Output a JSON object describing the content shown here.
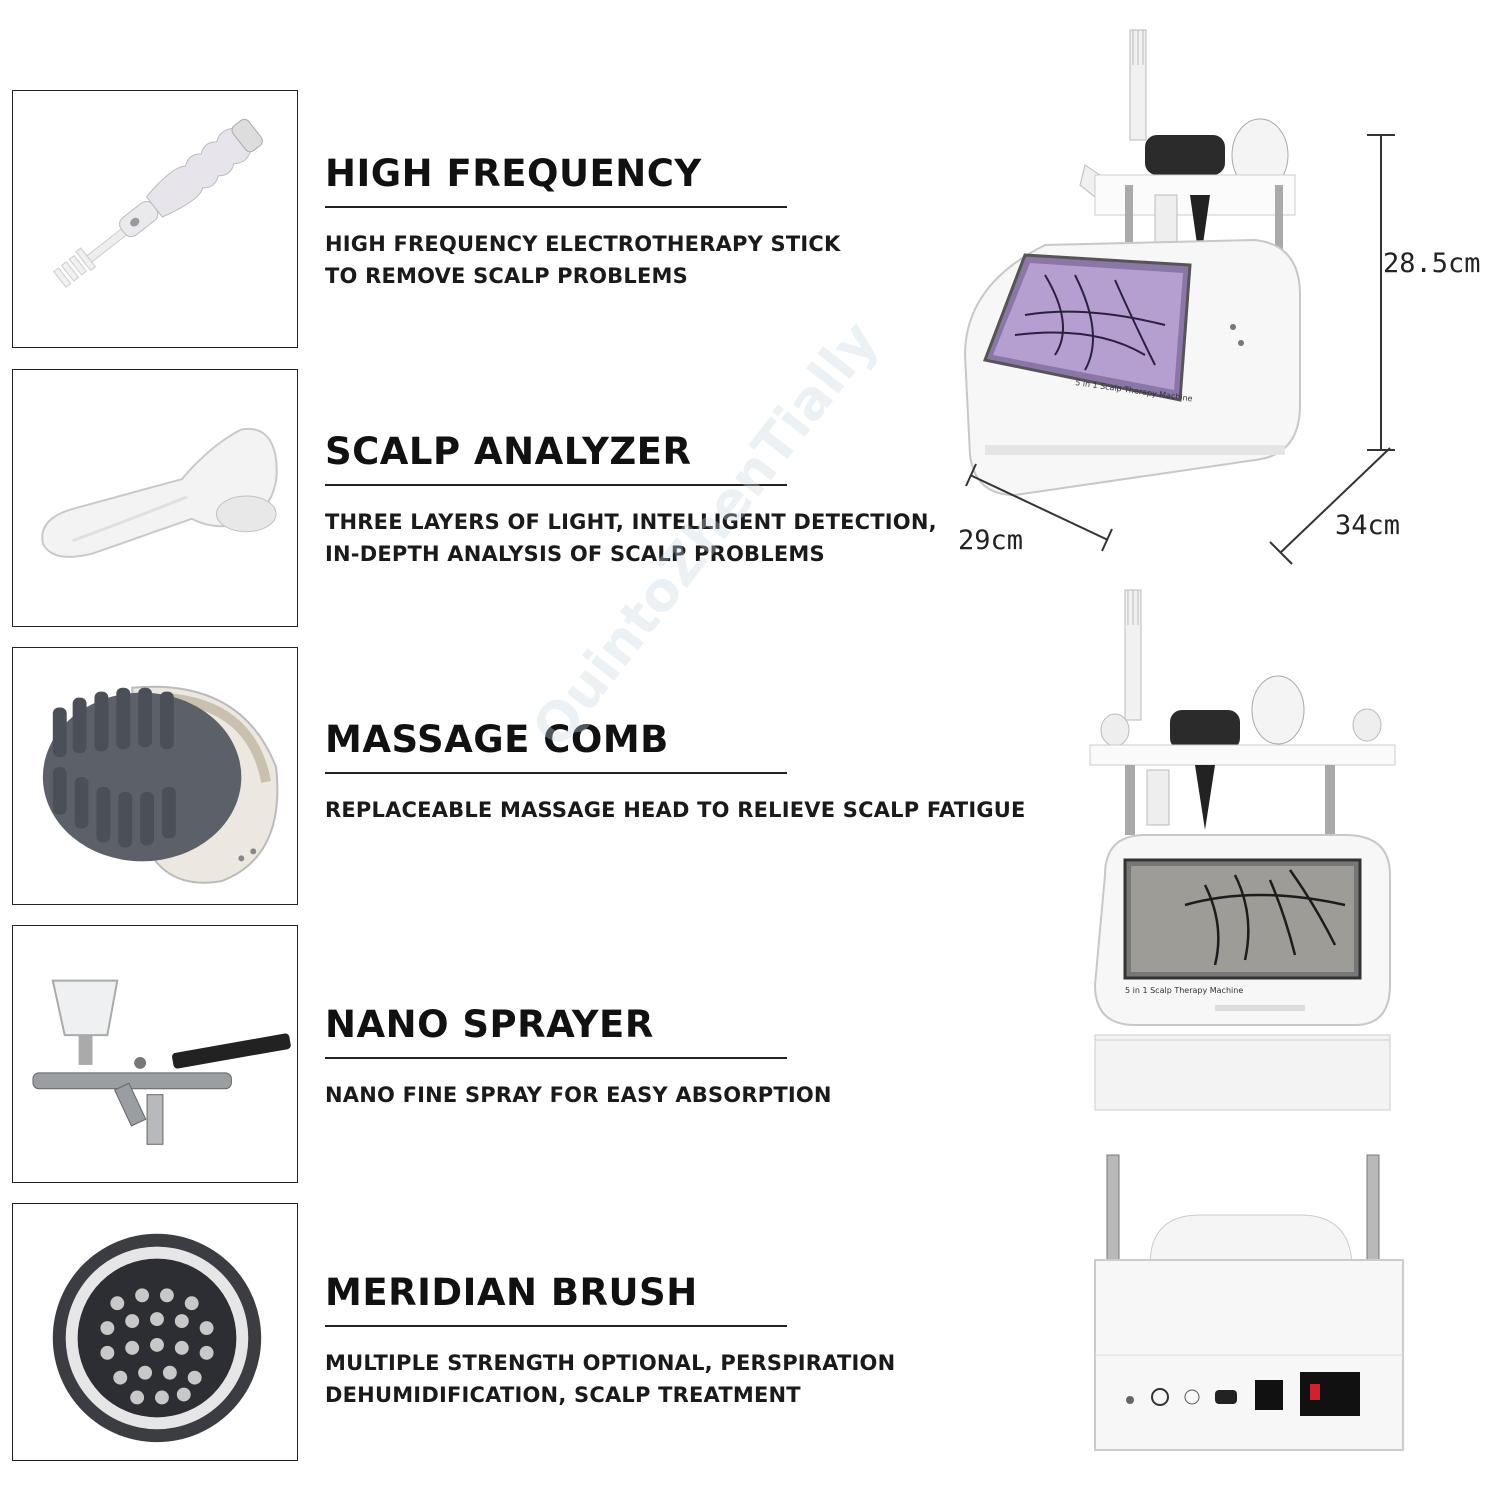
{
  "features": [
    {
      "title": "HIGH FREQUENCY",
      "desc": [
        "HIGH FREQUENCY ELECTROTHERAPY STICK",
        "TO REMOVE SCALP PROBLEMS"
      ]
    },
    {
      "title": "SCALP ANALYZER",
      "desc": [
        "THREE LAYERS OF LIGHT, INTELLIGENT DETECTION,",
        "IN-DEPTH ANALYSIS OF SCALP PROBLEMS"
      ]
    },
    {
      "title": "MASSAGE COMB",
      "desc": [
        "REPLACEABLE MASSAGE HEAD TO RELIEVE SCALP FATIGUE"
      ]
    },
    {
      "title": "NANO SPRAYER",
      "desc": [
        "NANO FINE SPRAY FOR EASY ABSORPTION"
      ]
    },
    {
      "title": "MERIDIAN BRUSH",
      "desc": [
        "MULTIPLE STRENGTH OPTIONAL, PERSPIRATION",
        "DEHUMIDIFICATION, SCALP TREATMENT"
      ]
    }
  ],
  "dimensions": {
    "height": "28.5cm",
    "width": "29cm",
    "depth": "34cm"
  },
  "machine_labels": {
    "top_screen": "5 in 1 Scalp Therapy Machine",
    "front_screen": "5 in 1 Scalp Therapy Machine"
  },
  "watermark": "QuintoZhenTially"
}
